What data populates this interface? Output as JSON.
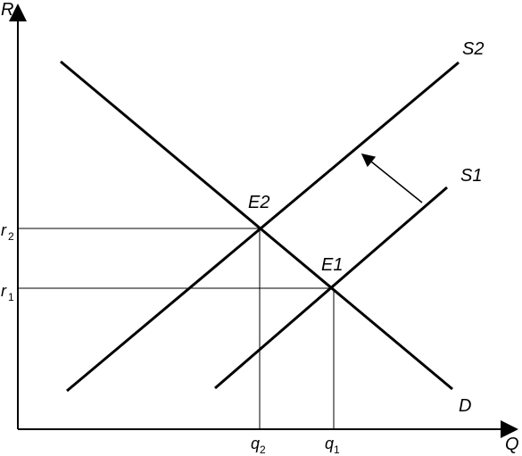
{
  "axes": {
    "y_label": "R",
    "x_label": "Q"
  },
  "curves": {
    "demand": "D",
    "supply_1": "S1",
    "supply_2": "S2"
  },
  "equilibria": {
    "e1": "E1",
    "e2": "E2"
  },
  "ticks": {
    "r1": {
      "base": "r",
      "sub": "1"
    },
    "r2": {
      "base": "r",
      "sub": "2"
    },
    "q1": {
      "base": "q",
      "sub": "1"
    },
    "q2": {
      "base": "q",
      "sub": "2"
    }
  },
  "annotations": {
    "shift_arrow": "shift-left-arrow"
  },
  "colors": {
    "line": "#000000",
    "background": "#ffffff"
  }
}
